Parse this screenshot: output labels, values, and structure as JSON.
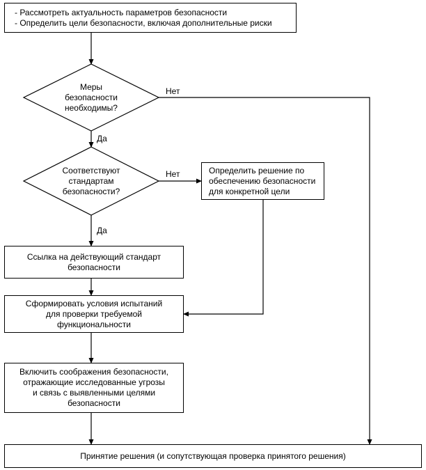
{
  "start_box": {
    "lines": [
      "- Рассмотреть актуальность параметров безопасности",
      "- Определить цели безопасности, включая дополнительные риски"
    ]
  },
  "decision_1": {
    "lines": [
      "Меры",
      "безопасности",
      "необходимы?"
    ],
    "no_label": "Нет",
    "yes_label": "Да"
  },
  "decision_2": {
    "lines": [
      "Соответствуют",
      "стандартам",
      "безопасности?"
    ],
    "no_label": "Нет",
    "yes_label": "Да"
  },
  "specific_decision_box": {
    "lines": [
      "Определить решение по",
      "обеспечению безопасности",
      "для конкретной цели"
    ]
  },
  "standard_ref_box": {
    "lines": [
      "Ссылка на действующий стандарт",
      "безопасности"
    ]
  },
  "test_conditions_box": {
    "lines": [
      "Сформировать условия испытаний",
      "для проверки требуемой",
      "функциональности"
    ]
  },
  "considerations_box": {
    "lines": [
      "Включить соображения безопасности,",
      "отражающие исследованные угрозы",
      "и связь с выявленными целями",
      "безопасности"
    ]
  },
  "final_box": {
    "label": "Принятие решения (и сопутствующая проверка принятого решения)"
  }
}
